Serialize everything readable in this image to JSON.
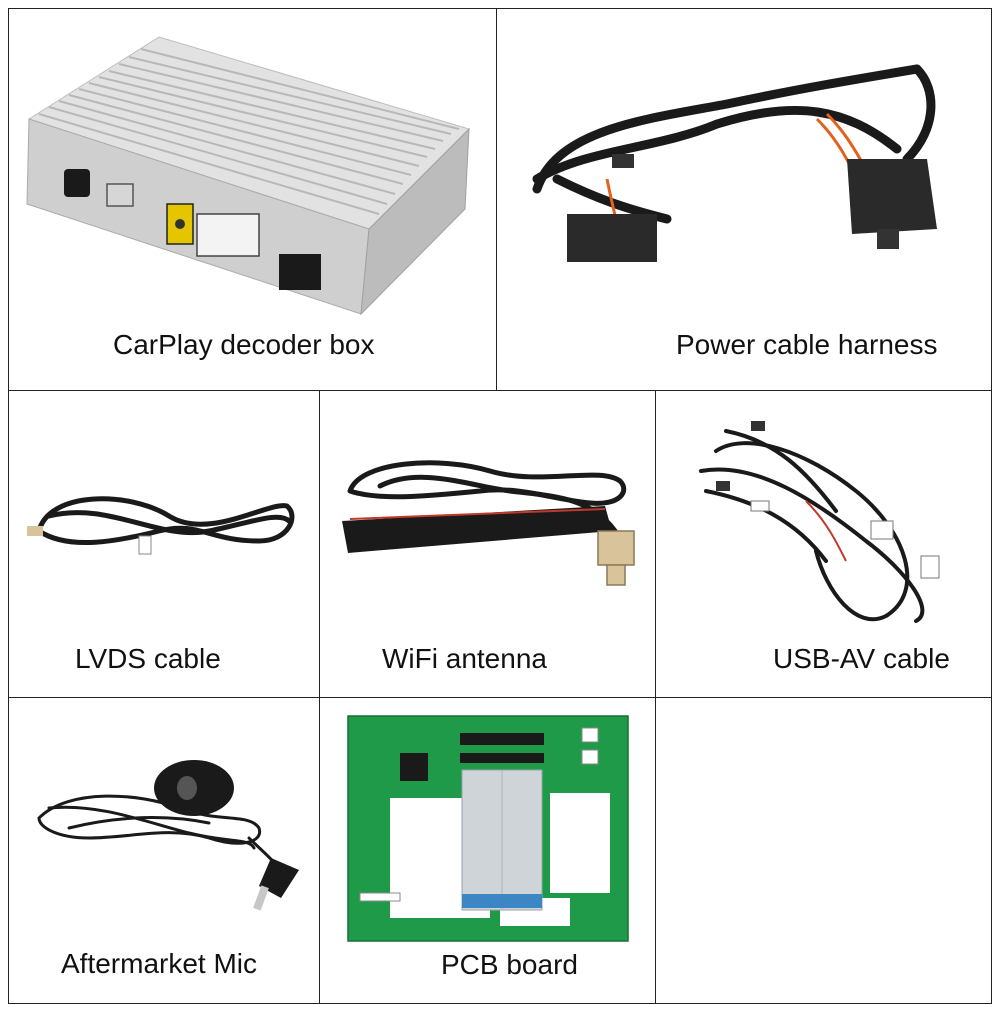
{
  "cells": [
    {
      "label": "CarPlay decoder box"
    },
    {
      "label": "Power cable harness"
    },
    {
      "label": "LVDS cable"
    },
    {
      "label": "WiFi antenna"
    },
    {
      "label": "USB-AV cable"
    },
    {
      "label": "Aftermarket Mic"
    },
    {
      "label": "PCB board"
    },
    {
      "label": ""
    }
  ],
  "colors": {
    "grid": "#222222",
    "label": "#111111",
    "cable": "#1a1a1a",
    "metal": "#d0d0d0",
    "pcb": "#1f9a48",
    "connector_tan": "#d8c39a",
    "wire_orange": "#e0621f",
    "wire_red": "#c0392b"
  }
}
